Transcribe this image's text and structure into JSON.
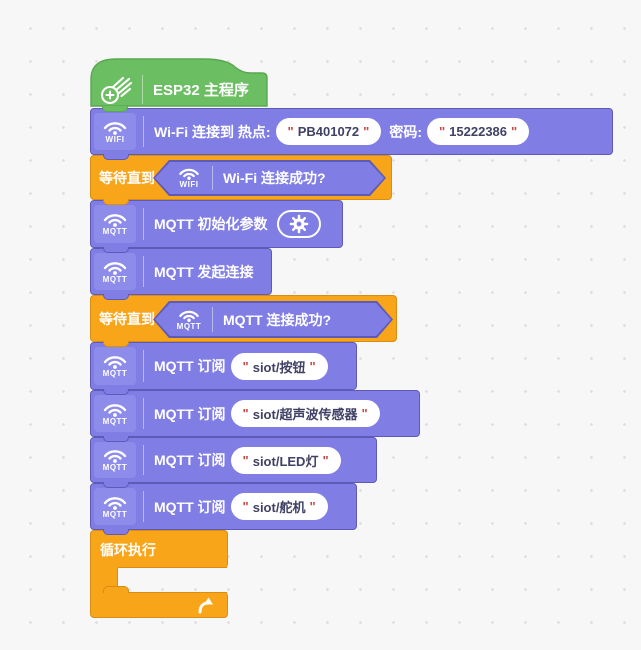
{
  "workspace": {
    "name": "Mind+ 积木编程工作区"
  },
  "colors": {
    "green": "#6CBE63",
    "green_border": "#58A750",
    "purple": "#807EE4",
    "purple_border": "#5E5BB8",
    "orange": "#F9A51A",
    "orange_border": "#D88D15",
    "pill_text": "#414166",
    "quote_red": "#C94A49"
  },
  "punct": {
    "quote": "\""
  },
  "icons": {
    "wifi_label": "WIFI",
    "mqtt_label": "MQTT"
  },
  "blocks": {
    "hat": {
      "label": "ESP32 主程序"
    },
    "wifi_connect": {
      "label": "Wi-Fi 连接到 热点:",
      "ssid": "PB401072",
      "password_label": "密码:",
      "password": "15222386"
    },
    "wait_wifi": {
      "label": "等待直到",
      "condition": "Wi-Fi 连接成功?"
    },
    "mqtt_init": {
      "label": "MQTT 初始化参数"
    },
    "mqtt_connect": {
      "label": "MQTT 发起连接"
    },
    "wait_mqtt": {
      "label": "等待直到",
      "condition": "MQTT 连接成功?"
    },
    "sub_button": {
      "label": "MQTT 订阅",
      "topic": "siot/按钮"
    },
    "sub_ultrasonic": {
      "label": "MQTT 订阅",
      "topic": "siot/超声波传感器"
    },
    "sub_led": {
      "label": "MQTT 订阅",
      "topic": "siot/LED灯"
    },
    "sub_servo": {
      "label": "MQTT 订阅",
      "topic": "siot/舵机"
    },
    "loop": {
      "label": "循环执行"
    }
  }
}
